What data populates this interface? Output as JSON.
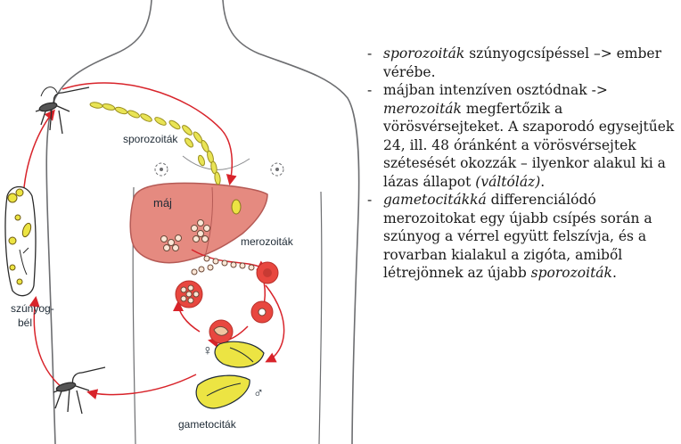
{
  "figure": {
    "labels": {
      "sporozoites": "sporozoiták",
      "liver": "máj",
      "merozoites": "merozoiták",
      "mosquito_gut_line1": "szúnyog-",
      "mosquito_gut_line2": "bél",
      "gametocytes": "gametociták",
      "female_symbol": "♀",
      "male_symbol": "♂"
    },
    "colors": {
      "arrow": "#d8232a",
      "body_outline": "#6d6e71",
      "liver_fill": "#e58a80",
      "liver_stroke": "#b55a55",
      "sporozoite_fill": "#e9e455",
      "rbc_fill": "#e8473f",
      "gametocyte_fill": "#ece443"
    }
  },
  "bullets": [
    {
      "parts": [
        {
          "text": "sporozoiták",
          "italic": true
        },
        {
          "text": " szúnyogcsípéssel –> ember vérébe.",
          "italic": false
        }
      ]
    },
    {
      "parts": [
        {
          "text": "májban intenzíven osztódnak -> ",
          "italic": false
        },
        {
          "text": "merozoiták",
          "italic": true
        },
        {
          "text": " megfertőzik a vörösvérsejteket. A szaporodó egysejtűek 24, ill. 48 óránként a vörösvérsejtek szétesését okozzák – ilyenkor alakul ki a lázas állapot ",
          "italic": false
        },
        {
          "text": "(váltóláz)",
          "italic": true
        },
        {
          "text": ".",
          "italic": false
        }
      ]
    },
    {
      "parts": [
        {
          "text": "gametocitákká",
          "italic": true
        },
        {
          "text": " differenciálódó merozoitokat egy újabb csípés során a szúnyog a vérrel együtt felszívja, és a rovarban kialakul a zigóta, amiből létrejönnek az újabb ",
          "italic": false
        },
        {
          "text": "sporozoiták",
          "italic": true
        },
        {
          "text": ".",
          "italic": false
        }
      ]
    }
  ]
}
